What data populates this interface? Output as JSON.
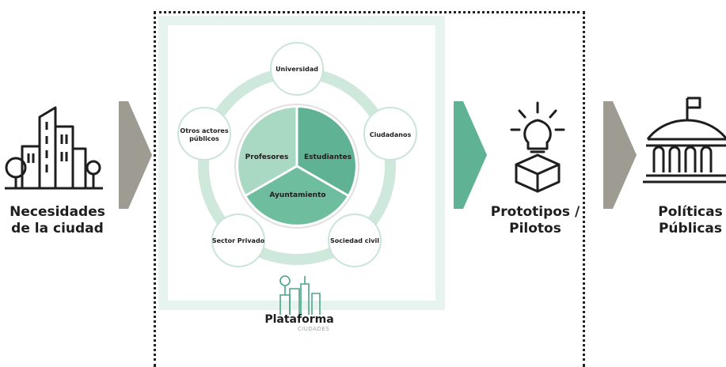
{
  "left": {
    "line1": "Necesidades",
    "line2": "de la ciudad",
    "icon": "city-buildings-icon"
  },
  "platform": {
    "actors": {
      "universidad": "Universidad",
      "ciudadanos": "Ciudadanos",
      "sociedad_civil": "Sociedad civil",
      "sector_privado": "Sector Privado",
      "otros_line1": "Otros actores",
      "otros_line2": "públicos"
    },
    "core": {
      "profesores": "Profesores",
      "estudiantes": "Estudiantes",
      "ayuntamiento": "Ayuntamiento"
    },
    "logo_text": "Plataforma",
    "logo_subtext": "CIUDADES"
  },
  "middle": {
    "line1": "Prototipos /",
    "line2": "Pilotos",
    "icon": "lightbulb-box-icon"
  },
  "right": {
    "line1": "Políticas",
    "line2": "Públicas",
    "icon": "government-building-icon"
  },
  "colors": {
    "green_dark": "#5fb394",
    "green_light": "#a9d8c3",
    "ring": "#cfe8dc",
    "arrow_gray": "#9e9b93"
  }
}
